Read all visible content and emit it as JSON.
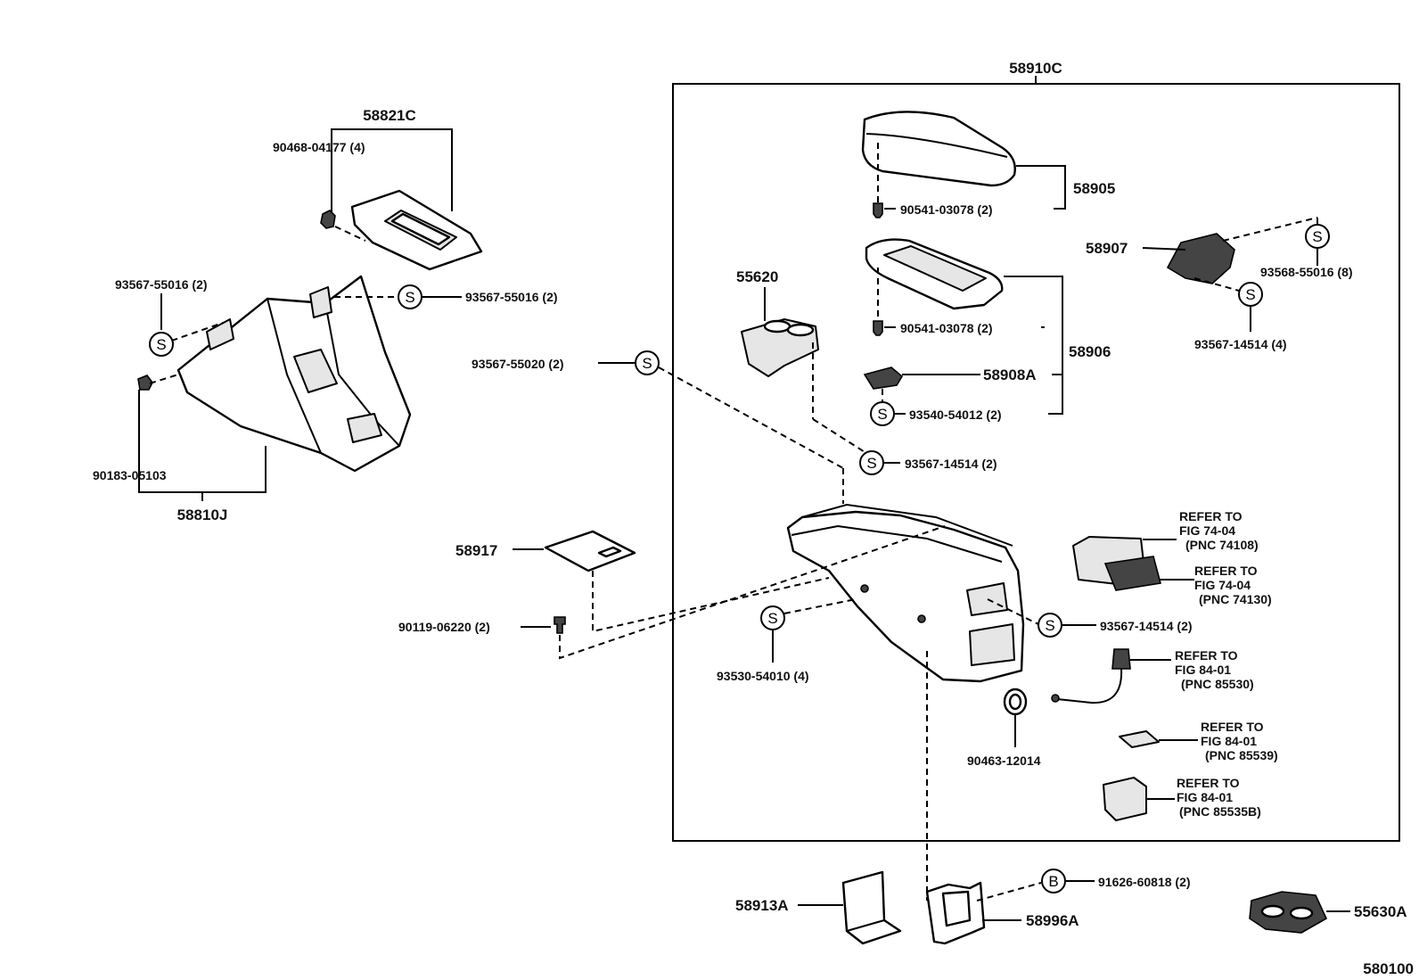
{
  "figure_number": "580100",
  "symbols": {
    "screw": "S",
    "bolt": "B"
  },
  "labels": {
    "p58910C": "58910C",
    "p58821C": "58821C",
    "p90468": "90468-04177 (4)",
    "p58905": "58905",
    "p90541a": "90541-03078 (2)",
    "p90541b": "90541-03078 (2)",
    "p58907": "58907",
    "p93568": "93568-55016 (8)",
    "p93567_14514_4": "93567-14514 (4)",
    "p55620": "55620",
    "p58906": "58906",
    "p58908A": "58908A",
    "p93540": "93540-54012 (2)",
    "p93567_55016_left": "93567-55016 (2)",
    "p93567_55016_mid": "93567-55016 (2)",
    "p93567_55020": "93567-55020 (2)",
    "p93567_14514_2a": "93567-14514 (2)",
    "p90183": "90183-05103",
    "p58810J": "58810J",
    "p58917": "58917",
    "p90119": "90119-06220 (2)",
    "p93530": "93530-54010 (4)",
    "p93567_14514_2b": "93567-14514 (2)",
    "p90463": "90463-12014",
    "p58913A": "58913A",
    "p58996A": "58996A",
    "p91626": "91626-60818 (2)",
    "p55630A": "55630A"
  },
  "references": [
    {
      "line1": "REFER TO",
      "line2": "FIG 74-04",
      "line3": "(PNC 74108)"
    },
    {
      "line1": "REFER TO",
      "line2": "FIG 74-04",
      "line3": "(PNC 74130)"
    },
    {
      "line1": "REFER TO",
      "line2": "FIG 84-01",
      "line3": "(PNC 85530)"
    },
    {
      "line1": "REFER TO",
      "line2": "FIG 84-01",
      "line3": "(PNC 85539)"
    },
    {
      "line1": "REFER TO",
      "line2": "FIG 84-01",
      "line3": "(PNC 85535B)"
    }
  ]
}
